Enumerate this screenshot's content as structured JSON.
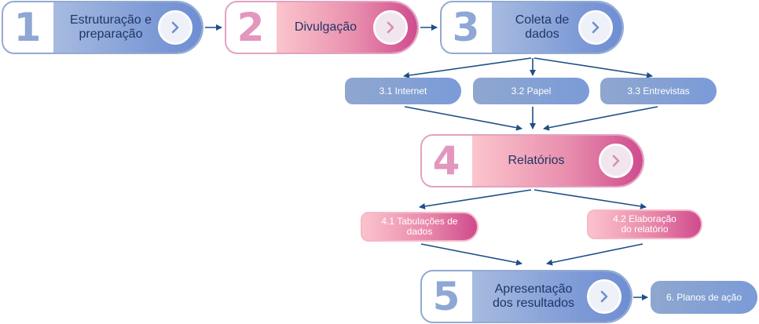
{
  "steps": [
    {
      "number": "1",
      "label": "Estruturação e preparação",
      "theme": "blue"
    },
    {
      "number": "2",
      "label": "Divulgação",
      "theme": "pink"
    },
    {
      "number": "3",
      "label": "Coleta de dados",
      "theme": "blue"
    },
    {
      "number": "4",
      "label": "Relatórios",
      "theme": "pink"
    },
    {
      "number": "5",
      "label": "Apresentação dos resultados",
      "theme": "blue"
    }
  ],
  "substeps": {
    "s31": "3.1 Internet",
    "s32": "3.2 Papel",
    "s33": "3.3 Entrevistas",
    "s41": "4.1 Tabulações de dados",
    "s42": "4.2 Elaboração do relatório",
    "s6": "6. Planos de ação"
  },
  "colors": {
    "arrow": "#1d4f86",
    "blue_border": "#92aad3",
    "blue_fill": "#7c99d6",
    "pink_border": "#e2a2c2",
    "pink_fill": "#cf4b8e"
  },
  "icons": {
    "step_action": "chevron-right-icon",
    "connector": "arrow-icon"
  }
}
